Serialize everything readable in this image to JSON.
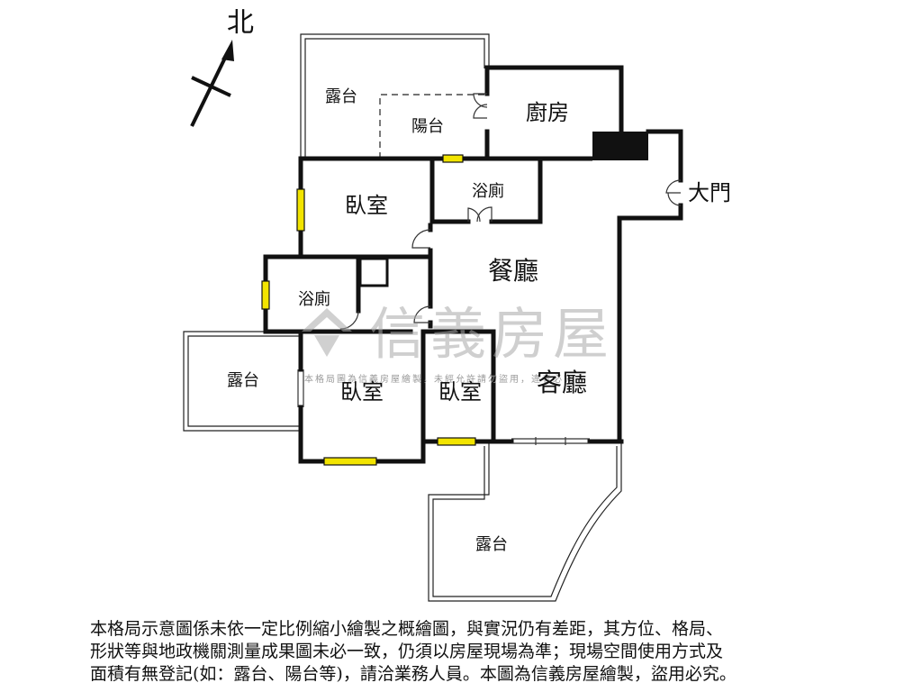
{
  "compass": {
    "label": "北"
  },
  "rooms": {
    "terrace_top": "露台",
    "balcony": "陽台",
    "kitchen": "廚房",
    "bedroom_top": "臥室",
    "bath_top": "浴廁",
    "front_door": "大門",
    "dining": "餐廳",
    "bath_left": "浴廁",
    "terrace_left": "露台",
    "bedroom_bottom_left": "臥室",
    "bedroom_bottom_mid": "臥室",
    "living": "客廳",
    "terrace_bottom": "露台"
  },
  "watermark": {
    "brand": "信義房屋",
    "notice": "本格局圖為信義房屋繪製，未經允許請勿盜用，違者必究"
  },
  "disclaimer": [
    "本格局示意圖係未依一定比例縮小繪製之概繪圖，與實況仍有差距，其方位、格局、",
    "形狀等與地政機關測量成果圖未必一致，仍須以房屋現場為準；現場空間使用方式及",
    "面積有無登記(如：露台、陽台等)，請洽業務人員。本圖為信義房屋繪製，盜用必究。"
  ],
  "colors": {
    "wall": "#111111",
    "window": "#f2e400",
    "watermark": "#a9a9a9"
  }
}
